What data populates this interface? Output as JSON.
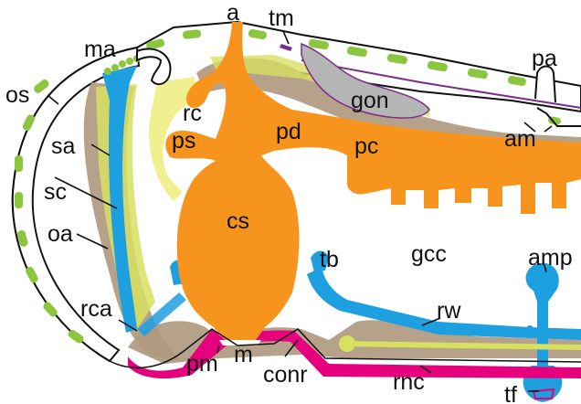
{
  "labels": {
    "a": "a",
    "tm": "tm",
    "ma": "ma",
    "pa": "pa",
    "os": "os",
    "rc": "rc",
    "gon": "gon",
    "sa": "sa",
    "ps": "ps",
    "pd": "pd",
    "pc": "pc",
    "am": "am",
    "sc": "sc",
    "cs": "cs",
    "oa": "oa",
    "gcc": "gcc",
    "tb": "tb",
    "amp": "amp",
    "rca": "rca",
    "rw": "rw",
    "pm": "pm",
    "m": "m",
    "conr": "conr",
    "rnc": "rnc",
    "tf": "tf"
  },
  "colors": {
    "orange_structure": "#f7941d",
    "blue_canal": "#1ea0e0",
    "tan_tissue": "#b09a80",
    "yellow_green": "#d8e060",
    "pale_yellow": "#f0f090",
    "green_dashes": "#8cc63f",
    "magenta": "#e6007e",
    "purple": "#7a2e8a",
    "gray_gonad": "#b5b5b5",
    "outline": "#111111"
  }
}
